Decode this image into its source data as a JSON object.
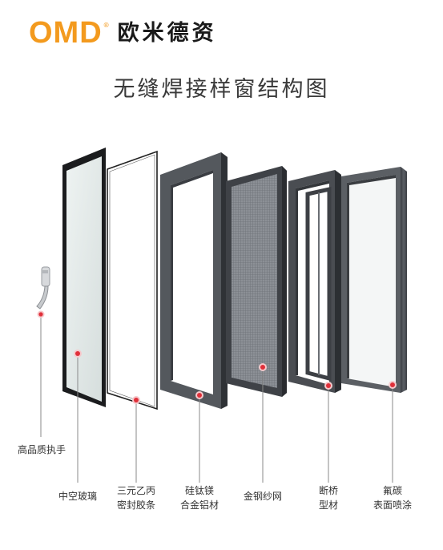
{
  "brand": {
    "logo_text": "OMD",
    "registered_mark": "®",
    "chinese_name": "欧米德资"
  },
  "title": "无缝焊接样窗结构图",
  "colors": {
    "brand_orange": "#f39a1e",
    "frame_gray": "#4a4d52",
    "marker_red": "#e0303a"
  },
  "components": [
    {
      "id": "handle",
      "lines": [
        "高品质执手"
      ]
    },
    {
      "id": "glass",
      "lines": [
        "中空玻璃"
      ]
    },
    {
      "id": "epdm",
      "lines": [
        "三元乙丙",
        "密封胶条"
      ]
    },
    {
      "id": "alloy",
      "lines": [
        "硅钛镁",
        "合金铝材"
      ]
    },
    {
      "id": "mesh",
      "lines": [
        "金钢纱网"
      ]
    },
    {
      "id": "thermal",
      "lines": [
        "断桥",
        "型材"
      ]
    },
    {
      "id": "coating",
      "lines": [
        "氟碳",
        "表面喷涂"
      ]
    }
  ]
}
